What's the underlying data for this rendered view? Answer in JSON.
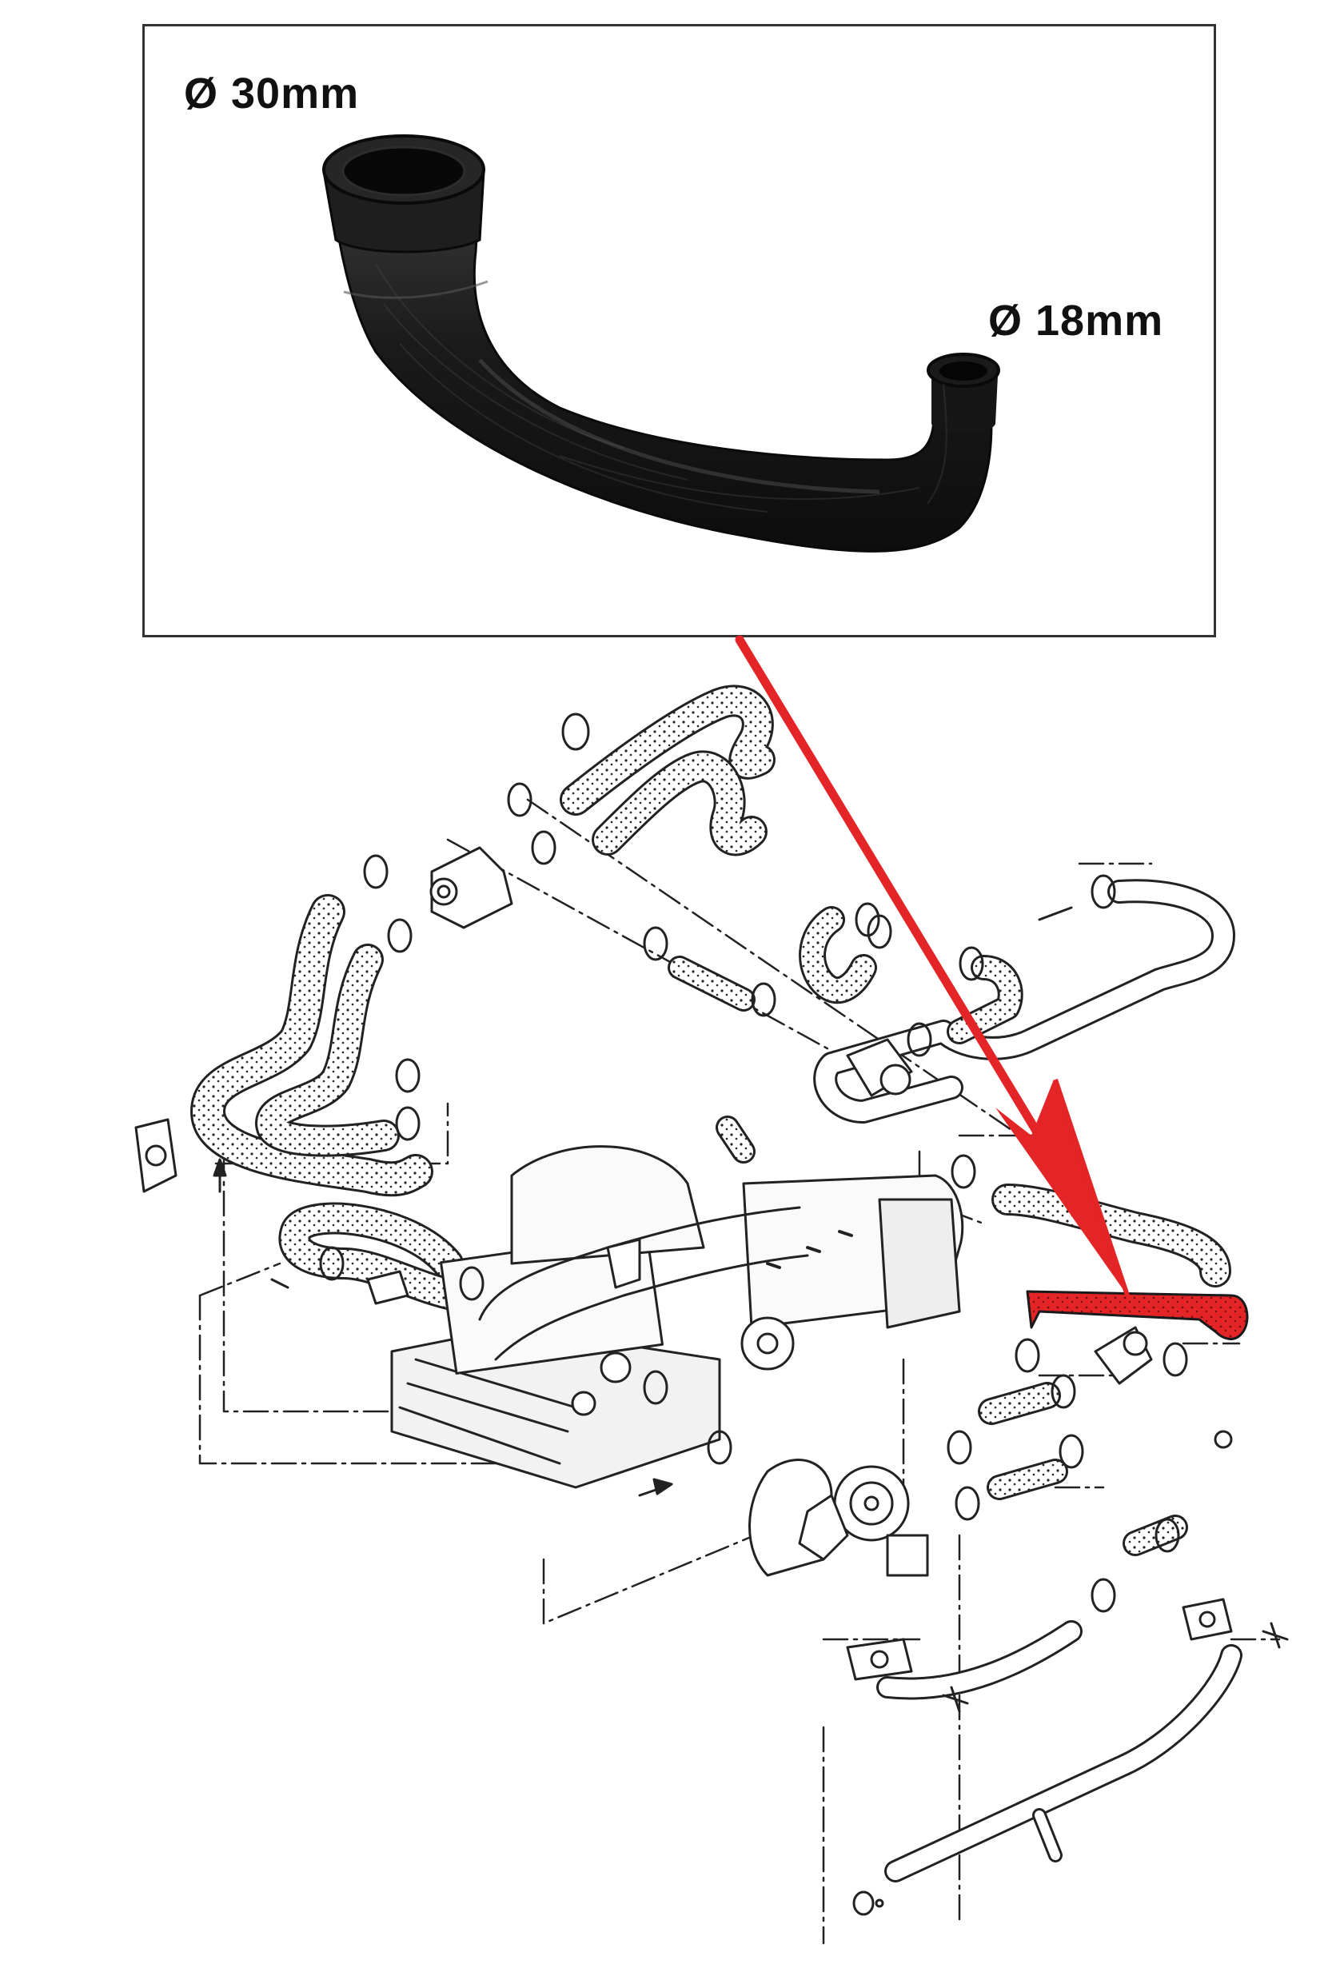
{
  "photo": {
    "large_diameter_label": "Ø 30mm",
    "small_diameter_label": "Ø 18mm",
    "hose_color": "#1c1c1c"
  },
  "diagram": {
    "line_color": "#222222",
    "highlight_color": "#e32527",
    "arrow_color": "#e32527",
    "highlighted_part": "red-highlighted-hose"
  }
}
